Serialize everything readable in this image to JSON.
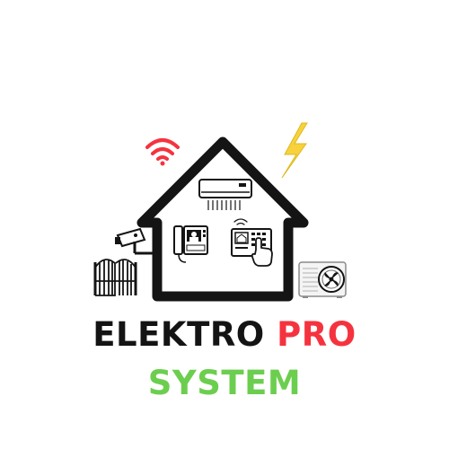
{
  "logo": {
    "brand_word": "ELEKTRO",
    "accent_word": "PRO",
    "tagline": "SYSTEM",
    "icons": [
      "wifi-icon",
      "lightning-bolt-icon",
      "air-conditioner-icon",
      "security-camera-icon",
      "intercom-icon",
      "smart-control-panel-icon",
      "gate-icon",
      "outdoor-ac-unit-icon"
    ]
  },
  "colors": {
    "dark": "#141414",
    "red": "#f5333f",
    "green": "#6cce4f",
    "yellow": "#f7d23c"
  }
}
